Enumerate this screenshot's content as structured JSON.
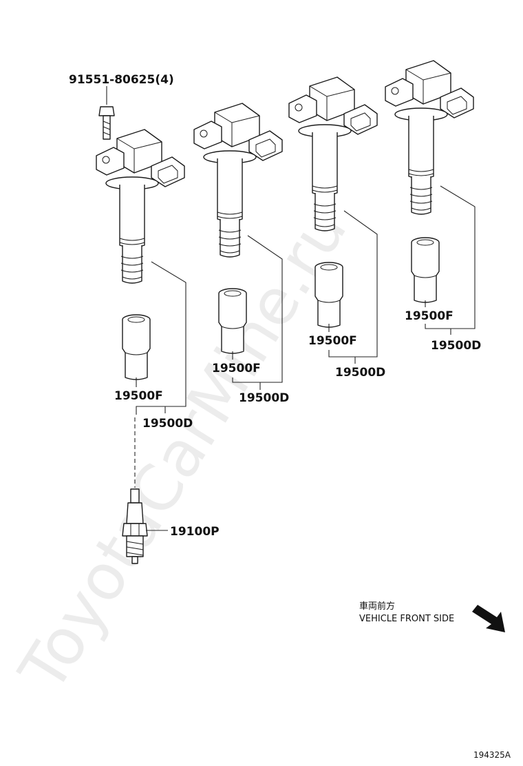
{
  "watermark": "ToyotaCarMine.ru",
  "labels": {
    "bolt": "91551-80625(4)",
    "plug": "19100P",
    "boot_1": "19500F",
    "assy_1": "19500D",
    "boot_2": "19500F",
    "assy_2": "19500D",
    "boot_3": "19500F",
    "assy_3": "19500D",
    "boot_4": "19500F",
    "assy_4": "19500D"
  },
  "direction": {
    "japanese": "車両前方",
    "english": "VEHICLE FRONT SIDE",
    "icon": "arrow-down-right-icon"
  },
  "figure_number": "194325A"
}
